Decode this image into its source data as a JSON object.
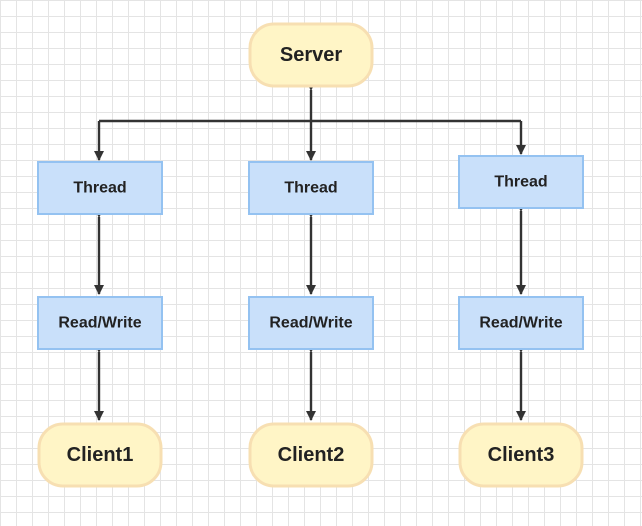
{
  "diagram": {
    "server": {
      "label": "Server"
    },
    "columns": [
      {
        "thread": "Thread",
        "rw": "Read/Write",
        "client": "Client1"
      },
      {
        "thread": "Thread",
        "rw": "Read/Write",
        "client": "Client2"
      },
      {
        "thread": "Thread",
        "rw": "Read/Write",
        "client": "Client3"
      }
    ],
    "colors": {
      "rounded_fill": "#fff5c6",
      "rounded_stroke": "#f7dfb2",
      "box_fill": "#c9e0fa",
      "box_stroke": "#94c2f1",
      "arrow": "#333333"
    }
  }
}
